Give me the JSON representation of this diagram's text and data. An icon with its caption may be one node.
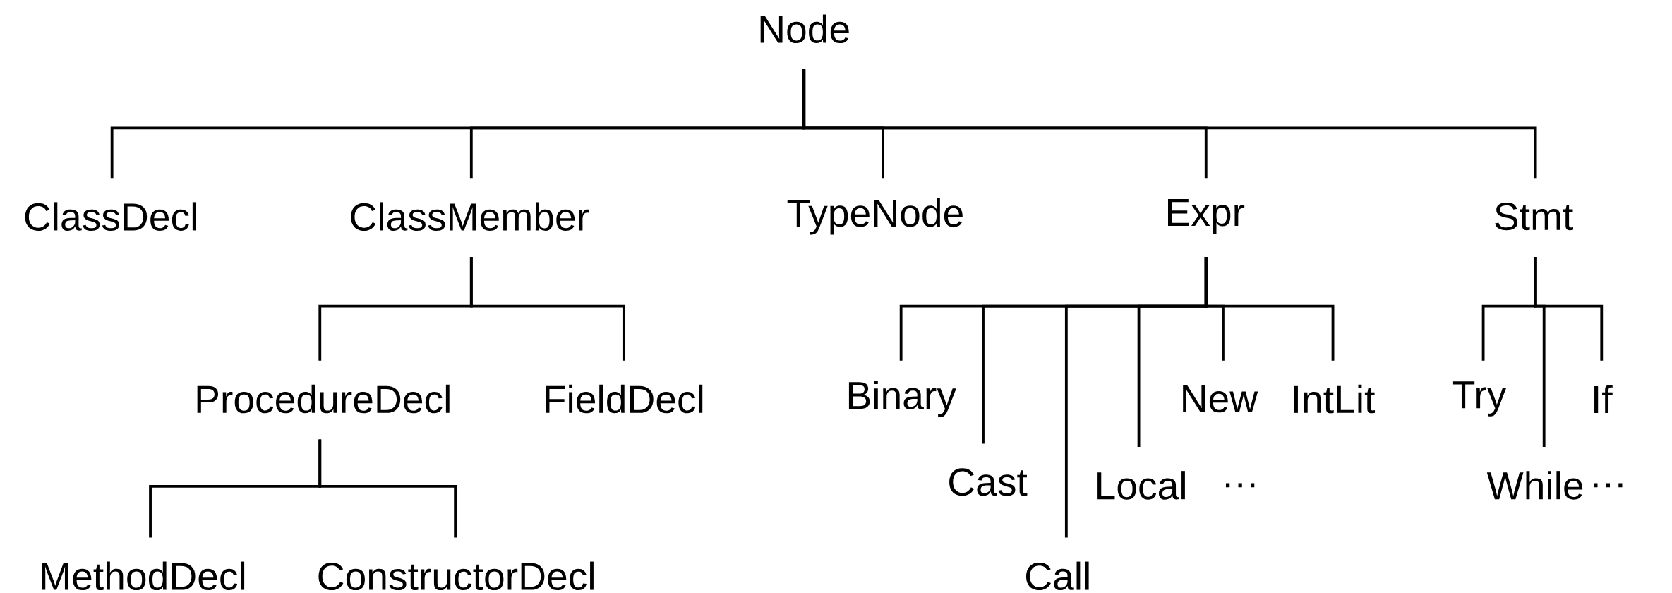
{
  "diagram": {
    "nodes": [
      {
        "text": [
          "Node"
        ]
      },
      {
        "text": [
          "ClassDecl"
        ]
      },
      {
        "text": [
          "ClassMember"
        ]
      },
      {
        "text": [
          "TypeNode"
        ]
      },
      {
        "text": [
          "Expr"
        ]
      },
      {
        "text": [
          "Stmt"
        ]
      },
      {
        "text": [
          "ProcedureDecl"
        ]
      },
      {
        "text": [
          "FieldDecl"
        ]
      },
      {
        "text": [
          "MethodDecl"
        ]
      },
      {
        "text": [
          "ConstructorDecl"
        ]
      },
      {
        "text": [
          "Binary"
        ]
      },
      {
        "text": [
          "Cast"
        ]
      },
      {
        "text": [
          "Call"
        ]
      },
      {
        "text": [
          "Local"
        ]
      },
      {
        "text": [
          "New"
        ]
      },
      {
        "text": [
          "IntLit"
        ]
      },
      {
        "text": [
          "Try"
        ]
      },
      {
        "text": [
          "While"
        ]
      },
      {
        "text": [
          "If"
        ]
      }
    ],
    "edges": [
      {
        "from": 0,
        "to": 1,
        "arrow": "none"
      },
      {
        "from": 0,
        "to": 2,
        "arrow": "none"
      },
      {
        "from": 0,
        "to": 3,
        "arrow": "none"
      },
      {
        "from": 0,
        "to": 4,
        "arrow": "none"
      },
      {
        "from": 0,
        "to": 5,
        "arrow": "none"
      },
      {
        "from": 2,
        "to": 6,
        "arrow": "none"
      },
      {
        "from": 2,
        "to": 7,
        "arrow": "none"
      },
      {
        "from": 6,
        "to": 8,
        "arrow": "none"
      },
      {
        "from": 6,
        "to": 9,
        "arrow": "none"
      },
      {
        "from": 4,
        "to": 10,
        "arrow": "none"
      },
      {
        "from": 4,
        "to": 11,
        "arrow": "none"
      },
      {
        "from": 4,
        "to": 12,
        "arrow": "none"
      },
      {
        "from": 4,
        "to": 13,
        "arrow": "none"
      },
      {
        "from": 4,
        "to": 14,
        "arrow": "none"
      },
      {
        "from": 4,
        "to": 15,
        "arrow": "none"
      },
      {
        "from": 5,
        "to": 16,
        "arrow": "none"
      },
      {
        "from": 5,
        "to": 17,
        "arrow": "none"
      },
      {
        "from": 5,
        "to": 18,
        "arrow": "none"
      }
    ],
    "labels": [
      "…",
      "…"
    ]
  }
}
